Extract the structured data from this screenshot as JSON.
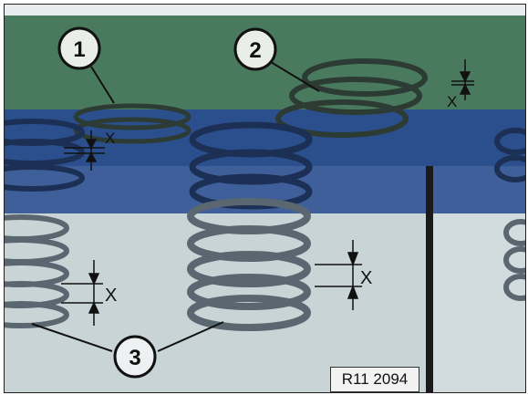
{
  "diagram": {
    "callouts": [
      {
        "number": "1"
      },
      {
        "number": "2"
      },
      {
        "number": "3"
      }
    ],
    "dimension_label": "X",
    "reference_code": "R11 2094",
    "colors": {
      "top_band": "#4a7a5e",
      "middle_band": "#2a4f8c",
      "lower_band": "#3f5f9a",
      "bottom_area": "#c9d4d6",
      "spring_light": "#d8dde0",
      "spring_dark": "#5a6670"
    }
  }
}
